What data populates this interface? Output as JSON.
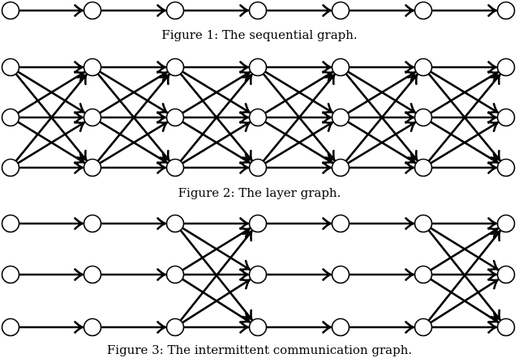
{
  "figures": [
    {
      "caption": "Figure 1: The sequential graph.",
      "kind": "sequential",
      "rows": 1,
      "columns": 7
    },
    {
      "caption": "Figure 2: The layer graph.",
      "kind": "layer",
      "rows": 3,
      "columns": 7
    },
    {
      "caption": "Figure 3: The intermittent communication graph.",
      "kind": "intermittent",
      "rows": 3,
      "columns": 7,
      "fully_connected_transitions": [
        2,
        5
      ]
    }
  ],
  "colors": {
    "stroke": "#000000",
    "node_fill": "#ffffff",
    "background": "#ffffff"
  }
}
